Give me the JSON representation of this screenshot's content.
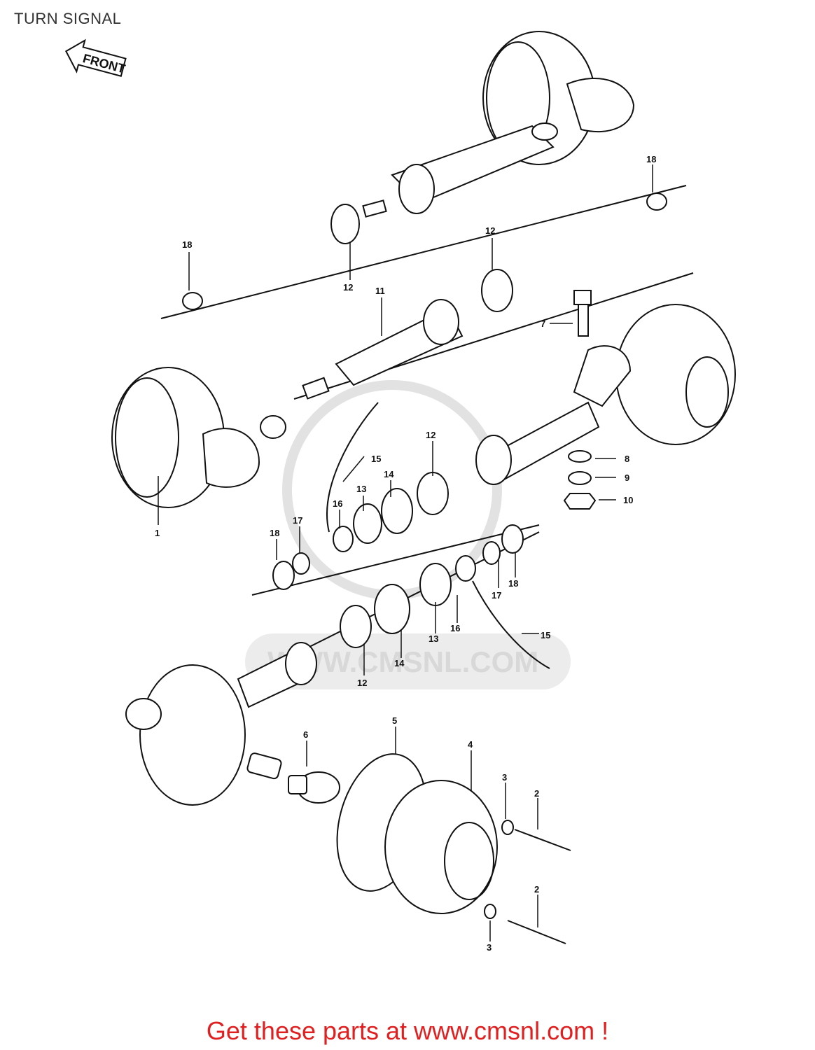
{
  "title": "TURN SIGNAL",
  "front_label": "FRONT",
  "watermark": "WWW.CMSNL.COM",
  "footer": "Get these parts at www.cmsnl.com !",
  "colors": {
    "footer": "#e02020",
    "line": "#111111",
    "watermark": "#d8d8d8"
  },
  "callouts": {
    "c1": "1",
    "c2a": "2",
    "c2b": "2",
    "c3a": "3",
    "c3b": "3",
    "c4": "4",
    "c5": "5",
    "c6": "6",
    "c7": "7",
    "c8": "8",
    "c9": "9",
    "c10": "10",
    "c11": "11",
    "c12a": "12",
    "c12b": "12",
    "c12c": "12",
    "c12d": "12",
    "c13a": "13",
    "c13b": "13",
    "c14a": "14",
    "c14b": "14",
    "c15a": "15",
    "c15b": "15",
    "c16a": "16",
    "c16b": "16",
    "c17a": "17",
    "c17b": "17",
    "c18a": "18",
    "c18b": "18",
    "c18c": "18",
    "c18d": "18"
  }
}
